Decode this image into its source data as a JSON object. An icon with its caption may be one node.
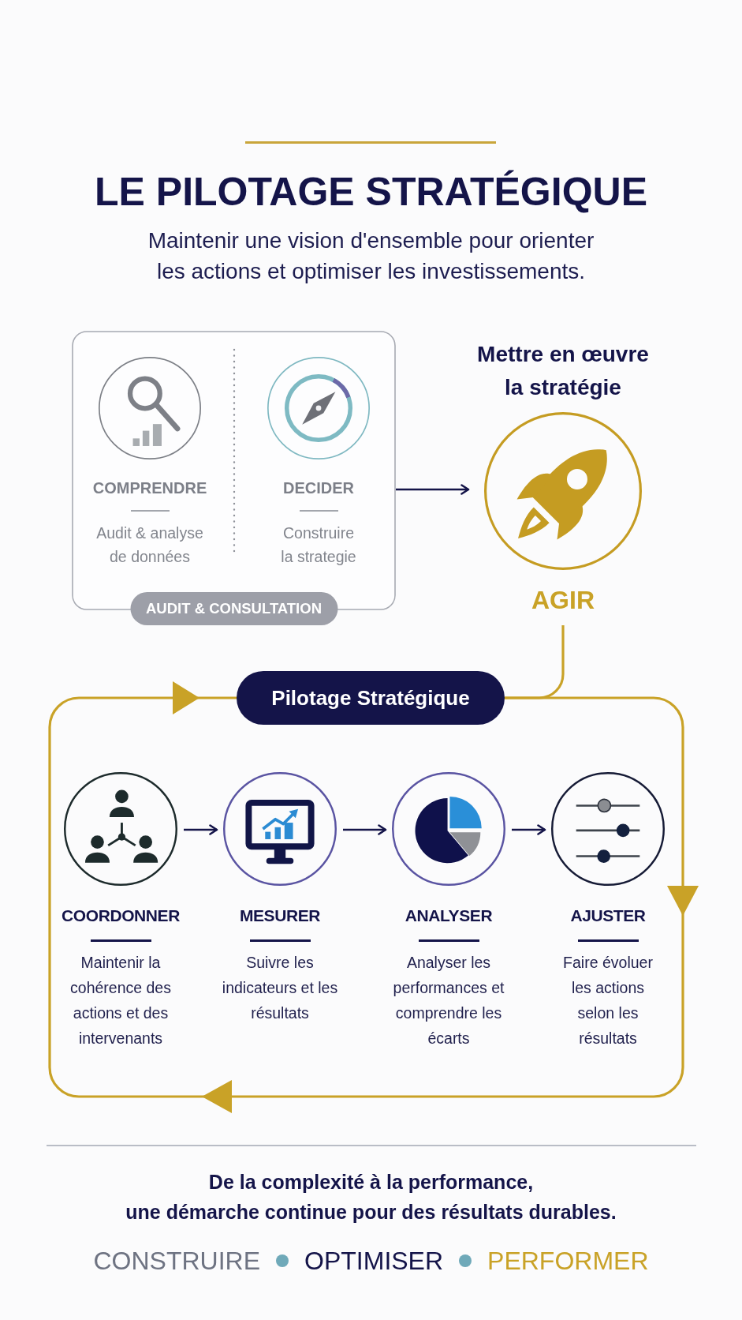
{
  "diagram": {
    "title": "LE PILOTAGE STRATÉGIQUE",
    "nodes": [
      {
        "text": [
          "AUDIT & CONSULTATION"
        ]
      },
      {
        "text": [
          "COMPRENDRE",
          "Audit & analyse de données"
        ],
        "in": 0
      },
      {
        "text": [
          "DECIDER",
          "Construire la strategie"
        ],
        "in": 0
      },
      {
        "text": [
          "Mettre en œuvre la stratégie",
          "AGIR"
        ]
      },
      {
        "text": [
          "Pilotage Stratégique"
        ]
      },
      {
        "text": [
          "COORDONNER",
          "Maintenir la cohérence des actions et des intervenants"
        ]
      },
      {
        "text": [
          "MESURER",
          "Suivre les indicateurs et les résultats"
        ]
      },
      {
        "text": [
          "ANALYSER",
          "Analyser les performances et comprendre les écarts"
        ]
      },
      {
        "text": [
          "AJUSTER",
          "Faire évoluer les actions selon les résultats"
        ]
      }
    ],
    "edges": [
      {
        "from": 0,
        "to": 3,
        "arrow": "to"
      },
      {
        "from": 3,
        "to": 4,
        "arrow": "none",
        "color": "#c9a227"
      },
      {
        "from": 4,
        "to": 4,
        "arrow": "to",
        "color": "#c9a227"
      },
      {
        "from": 5,
        "to": 6,
        "arrow": "to"
      },
      {
        "from": 6,
        "to": 7,
        "arrow": "to"
      },
      {
        "from": 7,
        "to": 8,
        "arrow": "to"
      }
    ],
    "labels": [
      "Maintenir une vision d'ensemble pour orienter les actions et optimiser les investissements.",
      "De la complexité à la performance, une démarche continue pour des résultats durables.",
      "CONSTRUIRE",
      "OPTIMISER",
      "PERFORMER"
    ]
  }
}
